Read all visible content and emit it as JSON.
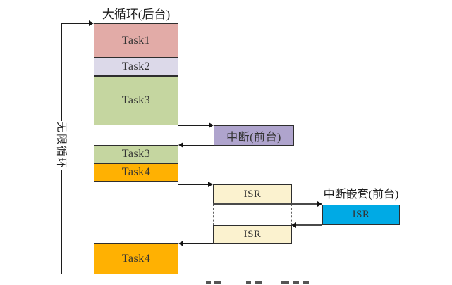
{
  "title": "大循环(后台)",
  "loop_label": "无限循环",
  "column": {
    "blocks": [
      {
        "label": "Task1",
        "color": "#E2ABA7"
      },
      {
        "label": "Task2",
        "color": "#DCD9E9"
      },
      {
        "label": "Task3",
        "color": "#C5D6A0"
      },
      {
        "label": "Task3",
        "color": "#C5D6A0"
      },
      {
        "label": "Task4",
        "color": "#FFB102"
      },
      {
        "label": "Task4",
        "color": "#FFB102"
      }
    ]
  },
  "foreground": {
    "interrupt_label": "中断(前台)",
    "interrupt_color": "#AFA4CD",
    "isr_top_label": "ISR",
    "isr_bottom_label": "ISR",
    "isr_color": "#FBF2CF",
    "nested_title": "中断嵌套(前台)",
    "nested_isr_label": "ISR",
    "nested_isr_color": "#00AAE5"
  }
}
